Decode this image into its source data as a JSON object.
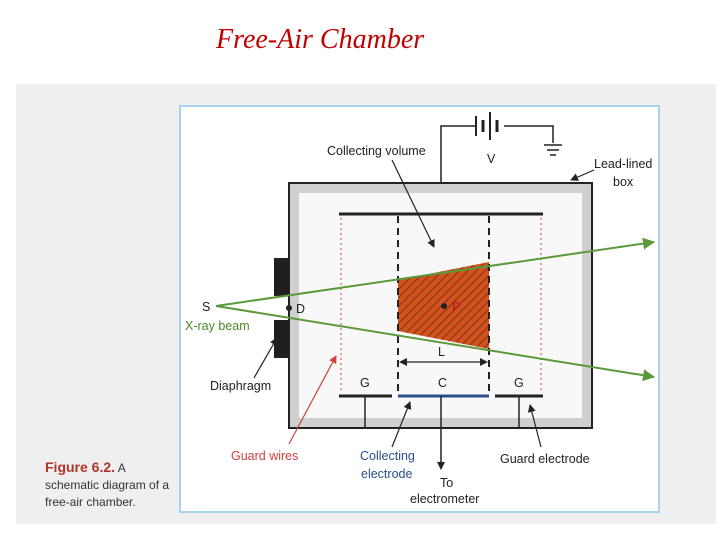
{
  "slide": {
    "title": "Free-Air Chamber"
  },
  "caption": {
    "figure_label": "Figure 6.2.",
    "text": "A schematic diagram of a free-air chamber."
  },
  "diagram": {
    "labels": {
      "collecting_volume": "Collecting volume",
      "voltage": "V",
      "lead_lined_box_line1": "Lead-lined",
      "lead_lined_box_line2": "box",
      "source": "S",
      "diaphragm_point": "D",
      "xray_beam": "X-ray beam",
      "point": "P",
      "length": "L",
      "guard_left": "G",
      "collector": "C",
      "guard_right": "G",
      "diaphragm": "Diaphragm",
      "guard_wires": "Guard wires",
      "collecting_electrode_line1": "Collecting",
      "collecting_electrode_line2": "electrode",
      "to_line1": "To",
      "to_line2": "electrometer",
      "guard_electrode": "Guard electrode"
    },
    "colors": {
      "beam": "#5a9a3a",
      "collecting_region": "#d2521e",
      "guard_wires": "#d04040",
      "collecting_electrode": "#2a4f8a",
      "frame_border": "#a9d3ea",
      "box_fill": "#d9d9d9"
    }
  }
}
